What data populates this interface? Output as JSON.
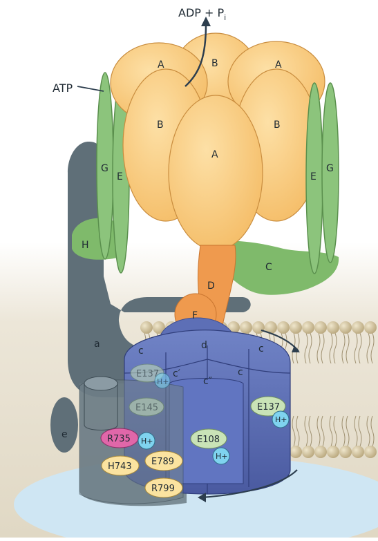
{
  "top_label": {
    "main": "ADP + P",
    "sub": "i"
  },
  "atp_label": "ATP",
  "subunits": {
    "A_left": "A",
    "B_top": "B",
    "A_right": "A",
    "B_left": "B",
    "A_center": "A",
    "B_right": "B",
    "G_left": "G",
    "E_left": "E",
    "E_right": "E",
    "G_right": "G",
    "H": "H",
    "C": "C",
    "D": "D",
    "F": "F",
    "d": "d",
    "a": "a",
    "e": "e",
    "c_left": "c",
    "c_right": "c",
    "c_prime": "c′",
    "c_double_prime": "c″",
    "c_right2": "c"
  },
  "residues": {
    "E137_faded": "E137",
    "E145_faded": "E145",
    "R735": "R735",
    "H743": "H743",
    "E789": "E789",
    "R799": "R799",
    "E108": "E108",
    "E137_right": "E137"
  },
  "proton": "H+",
  "colors": {
    "catalytic_orange": "#f8c77a",
    "stalk_orange": "#ef9a4e",
    "stator_green": "#8cc47c",
    "ring_blue": "#5d6fb6",
    "a_subunit_grey": "#5f6f78",
    "proton_cyan": "#7fd3ef",
    "residue_pink": "#e067a9",
    "residue_yellow": "#fbe3a0",
    "residue_green": "#c9e3b7"
  }
}
